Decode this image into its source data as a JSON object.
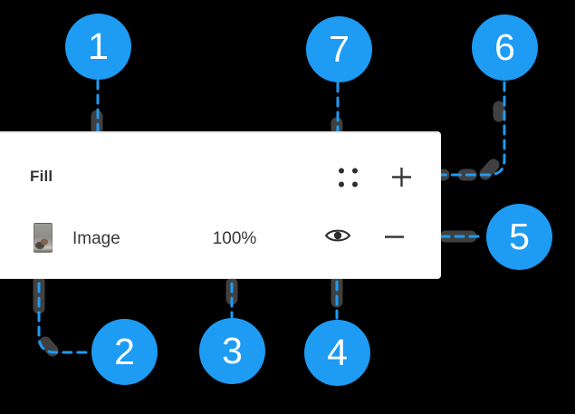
{
  "colors": {
    "background": "#000000",
    "accent_blue": "#1e9bf3",
    "panel_bg": "#ffffff",
    "text_dark": "#383838"
  },
  "panel": {
    "title": "Fill",
    "header_icons": {
      "styles": "four-dots-icon",
      "add": "plus-icon"
    },
    "fill": {
      "thumbnail": "image-fill-thumbnail",
      "type": "Image",
      "opacity": "100%",
      "visibility": "eye-icon",
      "remove": "minus-icon"
    }
  },
  "callouts": {
    "c1": "1",
    "c2": "2",
    "c3": "3",
    "c4": "4",
    "c5": "5",
    "c6": "6",
    "c7": "7"
  }
}
